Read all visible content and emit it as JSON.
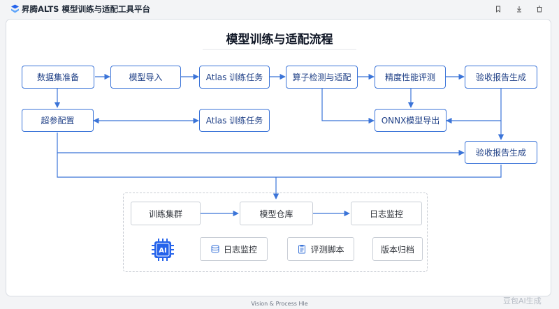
{
  "app": {
    "title": "昇腾ALTS 模型训练与适配工具平台"
  },
  "diagram": {
    "title": "模型训练与适配流程",
    "nodes": {
      "data_prep": "数据集准备",
      "model_import": "模型导入",
      "atlas_train_1": "Atlas 训练任务",
      "op_check": "算子检测与适配",
      "precision_eval": "精度性能评测",
      "report_1": "验收报告生成",
      "hyperparam": "超参配置",
      "atlas_train_2": "Atlas 训练任务",
      "onnx_export": "ONNX模型导出",
      "report_2": "验收报告生成"
    }
  },
  "infra": {
    "cluster": "训练集群",
    "repo": "模型仓库",
    "log_monitor_1": "日志监控",
    "ai_chip": "AI",
    "log_monitor_2": "日志监控",
    "eval_script": "评测脚本",
    "version_archive": "版本归档"
  },
  "footer": "Vision & Process Hle",
  "watermark": "豆包AI生成",
  "colors": {
    "accent": "#3b74d8",
    "node_text": "#1e3f86",
    "chip": "#2563eb"
  },
  "icons": [
    "logo-icon",
    "bookmark-icon",
    "download-icon",
    "trash-icon",
    "ai-chip-icon",
    "layers-icon",
    "clipboard-icon"
  ]
}
